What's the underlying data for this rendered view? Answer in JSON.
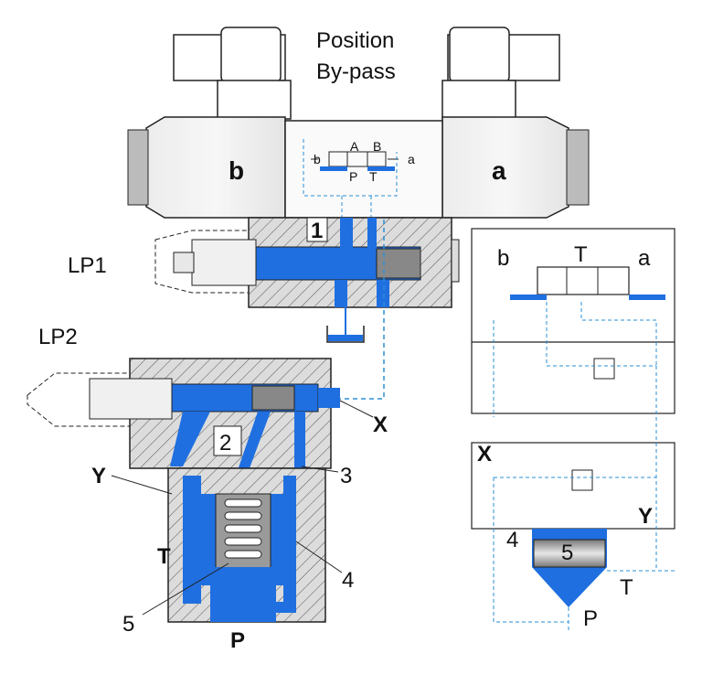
{
  "title_line1": "Position",
  "title_line2": "By-pass",
  "solenoid_b": "b",
  "solenoid_a": "a",
  "labels": {
    "lp1": "LP1",
    "lp2": "LP2",
    "num1": "1",
    "num2": "2",
    "num3": "3",
    "num4": "4",
    "num5": "5",
    "x": "X",
    "y": "Y",
    "t": "T",
    "p": "P"
  },
  "mini_symbol": {
    "b": "b",
    "a_port": "A",
    "b_port": "B",
    "a": "a",
    "p": "P",
    "t": "T"
  },
  "schematic": {
    "b": "b",
    "a": "a",
    "t_top": "T",
    "x": "X",
    "y": "Y",
    "num4": "4",
    "num5": "5",
    "t": "T",
    "p": "P"
  },
  "colors": {
    "fluid": "#1f6fe0",
    "body": "#d9d9d9",
    "hatch": "#666666",
    "dash": "#2a8fd6"
  }
}
